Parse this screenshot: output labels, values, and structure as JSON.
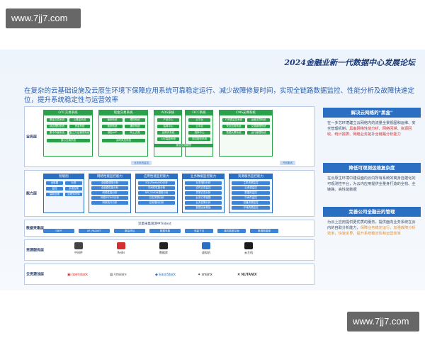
{
  "watermark": {
    "top": "www.7jj7.com",
    "bottom": "www.7jj7.com"
  },
  "slide": {
    "title": "2024金融业新一代数据中心发展论坛",
    "headline": "在复杂的云基础设施及云原生环境下保障应用系统可靠稳定运行、减少故障修复时间，实现全链路数据监控、性能分析及故障快速定位，提升系统稳定性与运营效率"
  },
  "lanes": {
    "business": "业务层",
    "capability": "能力层",
    "collect": "数据采集层",
    "resource": "资源服务层",
    "cloud": "云资源池层"
  },
  "business_boxes": [
    {
      "head": "OTC交易系统",
      "chips": [
        "基金交易系统",
        "云基金系统",
        "综合理财系统",
        "资金系统",
        "集中存管系统",
        "复兰万信管理系统",
        "核心交易系统"
      ]
    },
    {
      "head": "现金交易系统",
      "chips": [
        "营销系统",
        "理财系统",
        "营销系统",
        "通讯系统",
        "保险APP",
        "网上交易",
        "实时风控系统"
      ]
    },
    {
      "head": "ADS系统",
      "chips": [
        "产品中心",
        "结算中心",
        "反欺诈系统",
        "LAS智能系统",
        "",
        "",
        "综合交易管理"
      ]
    },
    {
      "head": "FICC系统",
      "chips": [
        "云平台",
        "云中台",
        "指挥中心",
        "测试服务系统",
        "",
        "",
        ""
      ]
    },
    {
      "head": "CMS支撑系统",
      "chips": [
        "IT资源监控系统",
        "运营支撑系统",
        "安全应用系统",
        "交易管理系统",
        "数据大屏系统",
        "运行管理系统",
        ""
      ]
    }
  ],
  "center_chip": "业务系统监控",
  "right_chip": "开放集成",
  "capability_boxes": [
    {
      "head": "智能图",
      "chips": [
        "全链路",
        "业务",
        "监控",
        "多维告警",
        "智能运维",
        "运维知识库"
      ]
    },
    {
      "head": "网络性能监控能力",
      "chips": [
        "全链路调用分析",
        "全链路性能分析",
        "网络性能分析",
        "网络IP/DNS分析",
        "网络拓扑分析"
      ]
    },
    {
      "head": "应用性能监控能力",
      "chips": [
        "SQL/Redis/MQ分析",
        "中间件性能分析",
        "RPC/CMDB调用分析",
        "日志关联分析",
        "应用指标分析"
      ]
    },
    {
      "head": "业务数据监控能力",
      "chips": [
        "业务指标分析",
        "实时交易监控",
        "异常交易分析",
        "业务订单链路",
        "业务告警分析",
        "数据全景看板"
      ]
    },
    {
      "head": "资源服务监控能力",
      "chips": [
        "主机资源监控",
        "云资源监控",
        "数据库监控",
        "中间件监控",
        "容器资源监控",
        "存储资源监控"
      ]
    }
  ],
  "collect": {
    "title": "流量采集观测中Trident",
    "chips": [
      "CBPF",
      "AF_PACKET",
      "原始抓包",
      "数据采集",
      "流量下沉",
      "事件数据平面",
      "数据数据源"
    ]
  },
  "resources": [
    {
      "label": "中间件",
      "icon": "middleware-icon",
      "color": "#444444"
    },
    {
      "label": "Redis",
      "icon": "redis-icon",
      "color": "#d32f2f"
    },
    {
      "label": "数据库",
      "icon": "database-icon",
      "color": "#222222"
    },
    {
      "label": "虚拟机",
      "icon": "vm-icon",
      "color": "#2b6fc2"
    },
    {
      "label": "云主机",
      "icon": "cloud-host-icon",
      "color": "#1c1c1c"
    }
  ],
  "clouds": [
    {
      "label": "openstack",
      "icon": "openstack-icon",
      "color": "#d32f2f"
    },
    {
      "label": "vmware",
      "icon": "vmware-icon",
      "color": "#555555"
    },
    {
      "label": "EasyStack",
      "icon": "easystack-icon",
      "color": "#2b6fc2"
    },
    {
      "label": "smartx",
      "icon": "smartx-icon",
      "color": "#333333"
    },
    {
      "label": "NUTANIX",
      "icon": "nutanix-icon",
      "color": "#333333"
    }
  ],
  "side": [
    {
      "title": "解决云网络的\"黑盒\"",
      "body": "在一多芯环境建立云网络内的流量全景视图和运维、安全管理机制，",
      "highlight": "具备网络性能分析、网络回溯、资源回收、统计报表、网络业务拓扑全链路分析能力"
    },
    {
      "title": "降低可观测运维复杂度",
      "body": "在云原生环境中建设面向云内所有系统的离身自建化的可观测性平台，为云内应用提供全量身打造的全栈、全链路、高性能数据"
    },
    {
      "title": "完善公司全融云的管理",
      "body": "为云上应用提供更优质的服务，提供面向业务系统在云内的自助分析能力，",
      "highlight": "保障业务稳定运行，加强故障分析效率，快速定界，提升系统稳定性和运营效率"
    }
  ]
}
